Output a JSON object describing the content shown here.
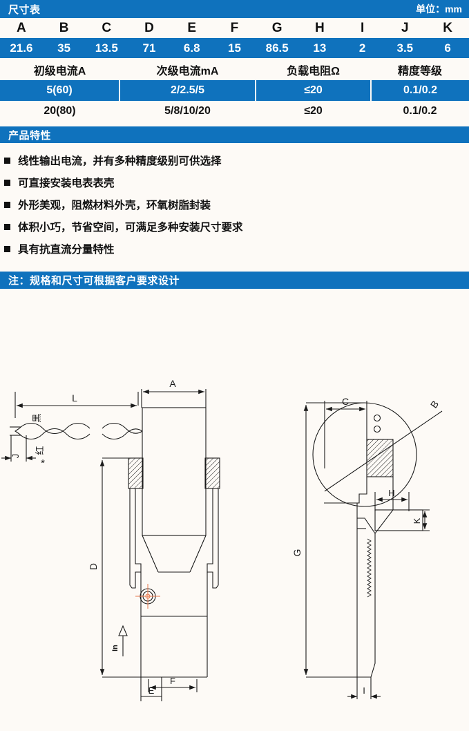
{
  "dimension_section": {
    "title": "尺寸表",
    "unit_label": "单位：mm",
    "columns": [
      "A",
      "B",
      "C",
      "D",
      "E",
      "F",
      "G",
      "H",
      "I",
      "J",
      "K"
    ],
    "values": [
      "21.6",
      "35",
      "13.5",
      "71",
      "6.8",
      "15",
      "86.5",
      "13",
      "2",
      "3.5",
      "6"
    ]
  },
  "spec_section": {
    "headers": [
      "初级电流A",
      "次级电流mA",
      "负载电阻Ω",
      "精度等级"
    ],
    "rows": [
      {
        "primary": "5(60)",
        "secondary": "2/2.5/5",
        "load": "≤20",
        "accuracy": "0.1/0.2"
      },
      {
        "primary": "20(80)",
        "secondary": "5/8/10/20",
        "load": "≤20",
        "accuracy": "0.1/0.2"
      }
    ]
  },
  "features_section": {
    "title": "产品特性",
    "items": [
      "线性输出电流，并有多种精度级别可供选择",
      "可直接安装电表表壳",
      "外形美观，阻燃材料外壳，环氧树脂封装",
      "体积小巧，节省空间，可满足多种安装尺寸要求",
      "具有抗直流分量特性"
    ]
  },
  "note_section": {
    "text": "注：规格和尺寸可根据客户要求设计"
  },
  "drawing": {
    "front_view": {
      "dim_L": "L",
      "dim_A": "A",
      "dim_J": "J",
      "dim_D": "D",
      "dim_E": "E",
      "dim_F": "F",
      "wire_black": "黑",
      "wire_red": "红",
      "wire_red_mark": "*",
      "current_direction": "In"
    },
    "side_view": {
      "dim_C": "C",
      "dim_B": "B",
      "dim_G": "G",
      "dim_H": "H",
      "dim_K": "K",
      "dim_I": "I"
    }
  },
  "colors": {
    "accent_blue": "#0f72bd",
    "page_bg": "#fdfaf6",
    "line": "#1a1a1a",
    "crosshair": "#e8764a"
  }
}
